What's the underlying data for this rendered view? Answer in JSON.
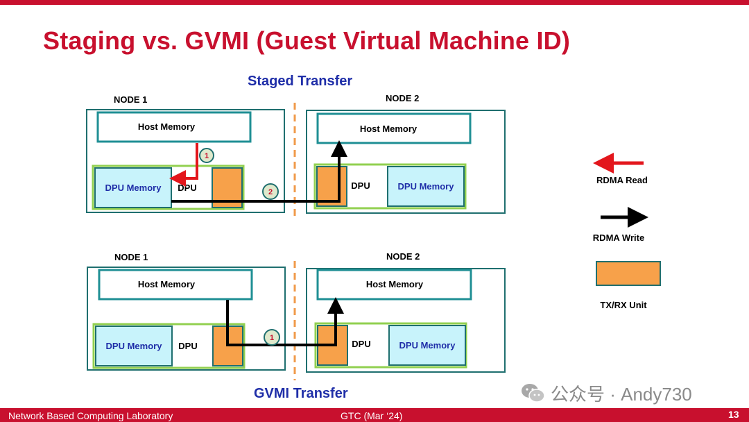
{
  "slide": {
    "title": "Staging vs. GVMI (Guest Virtual Machine ID)",
    "page_number": "13"
  },
  "colors": {
    "brand_red": "#c8102e",
    "title_blue": "#1f2ea8",
    "node_border": "#1f6f6f",
    "host_fill": "#ffffff",
    "host_border": "#1f8f94",
    "dpu_border": "#92d050",
    "dpu_memory_fill": "#c8f3fb",
    "txrx_fill": "#f7a14a",
    "rdma_read": "#e3161c",
    "rdma_write": "#000000",
    "divider": "#f09a4a"
  },
  "staged": {
    "heading": "Staged Transfer",
    "node1": {
      "label": "NODE 1",
      "host": "Host Memory",
      "dpu_memory": "DPU Memory",
      "dpu": "DPU"
    },
    "node2": {
      "label": "NODE 2",
      "host": "Host Memory",
      "dpu_memory": "DPU Memory",
      "dpu": "DPU"
    },
    "step1": "1",
    "step2": "2"
  },
  "gvmi": {
    "heading": "GVMI Transfer",
    "node1": {
      "label": "NODE 1",
      "host": "Host Memory",
      "dpu_memory": "DPU Memory",
      "dpu": "DPU"
    },
    "node2": {
      "label": "NODE 2",
      "host": "Host Memory",
      "dpu_memory": "DPU Memory",
      "dpu": "DPU"
    },
    "step1": "1"
  },
  "legend": {
    "rdma_read": "RDMA Read",
    "rdma_write": "RDMA Write",
    "txrx": "TX/RX Unit"
  },
  "footer": {
    "left": "Network Based Computing Laboratory",
    "center": "GTC (Mar ‘24)"
  },
  "watermark": "公众号 · Andy730"
}
